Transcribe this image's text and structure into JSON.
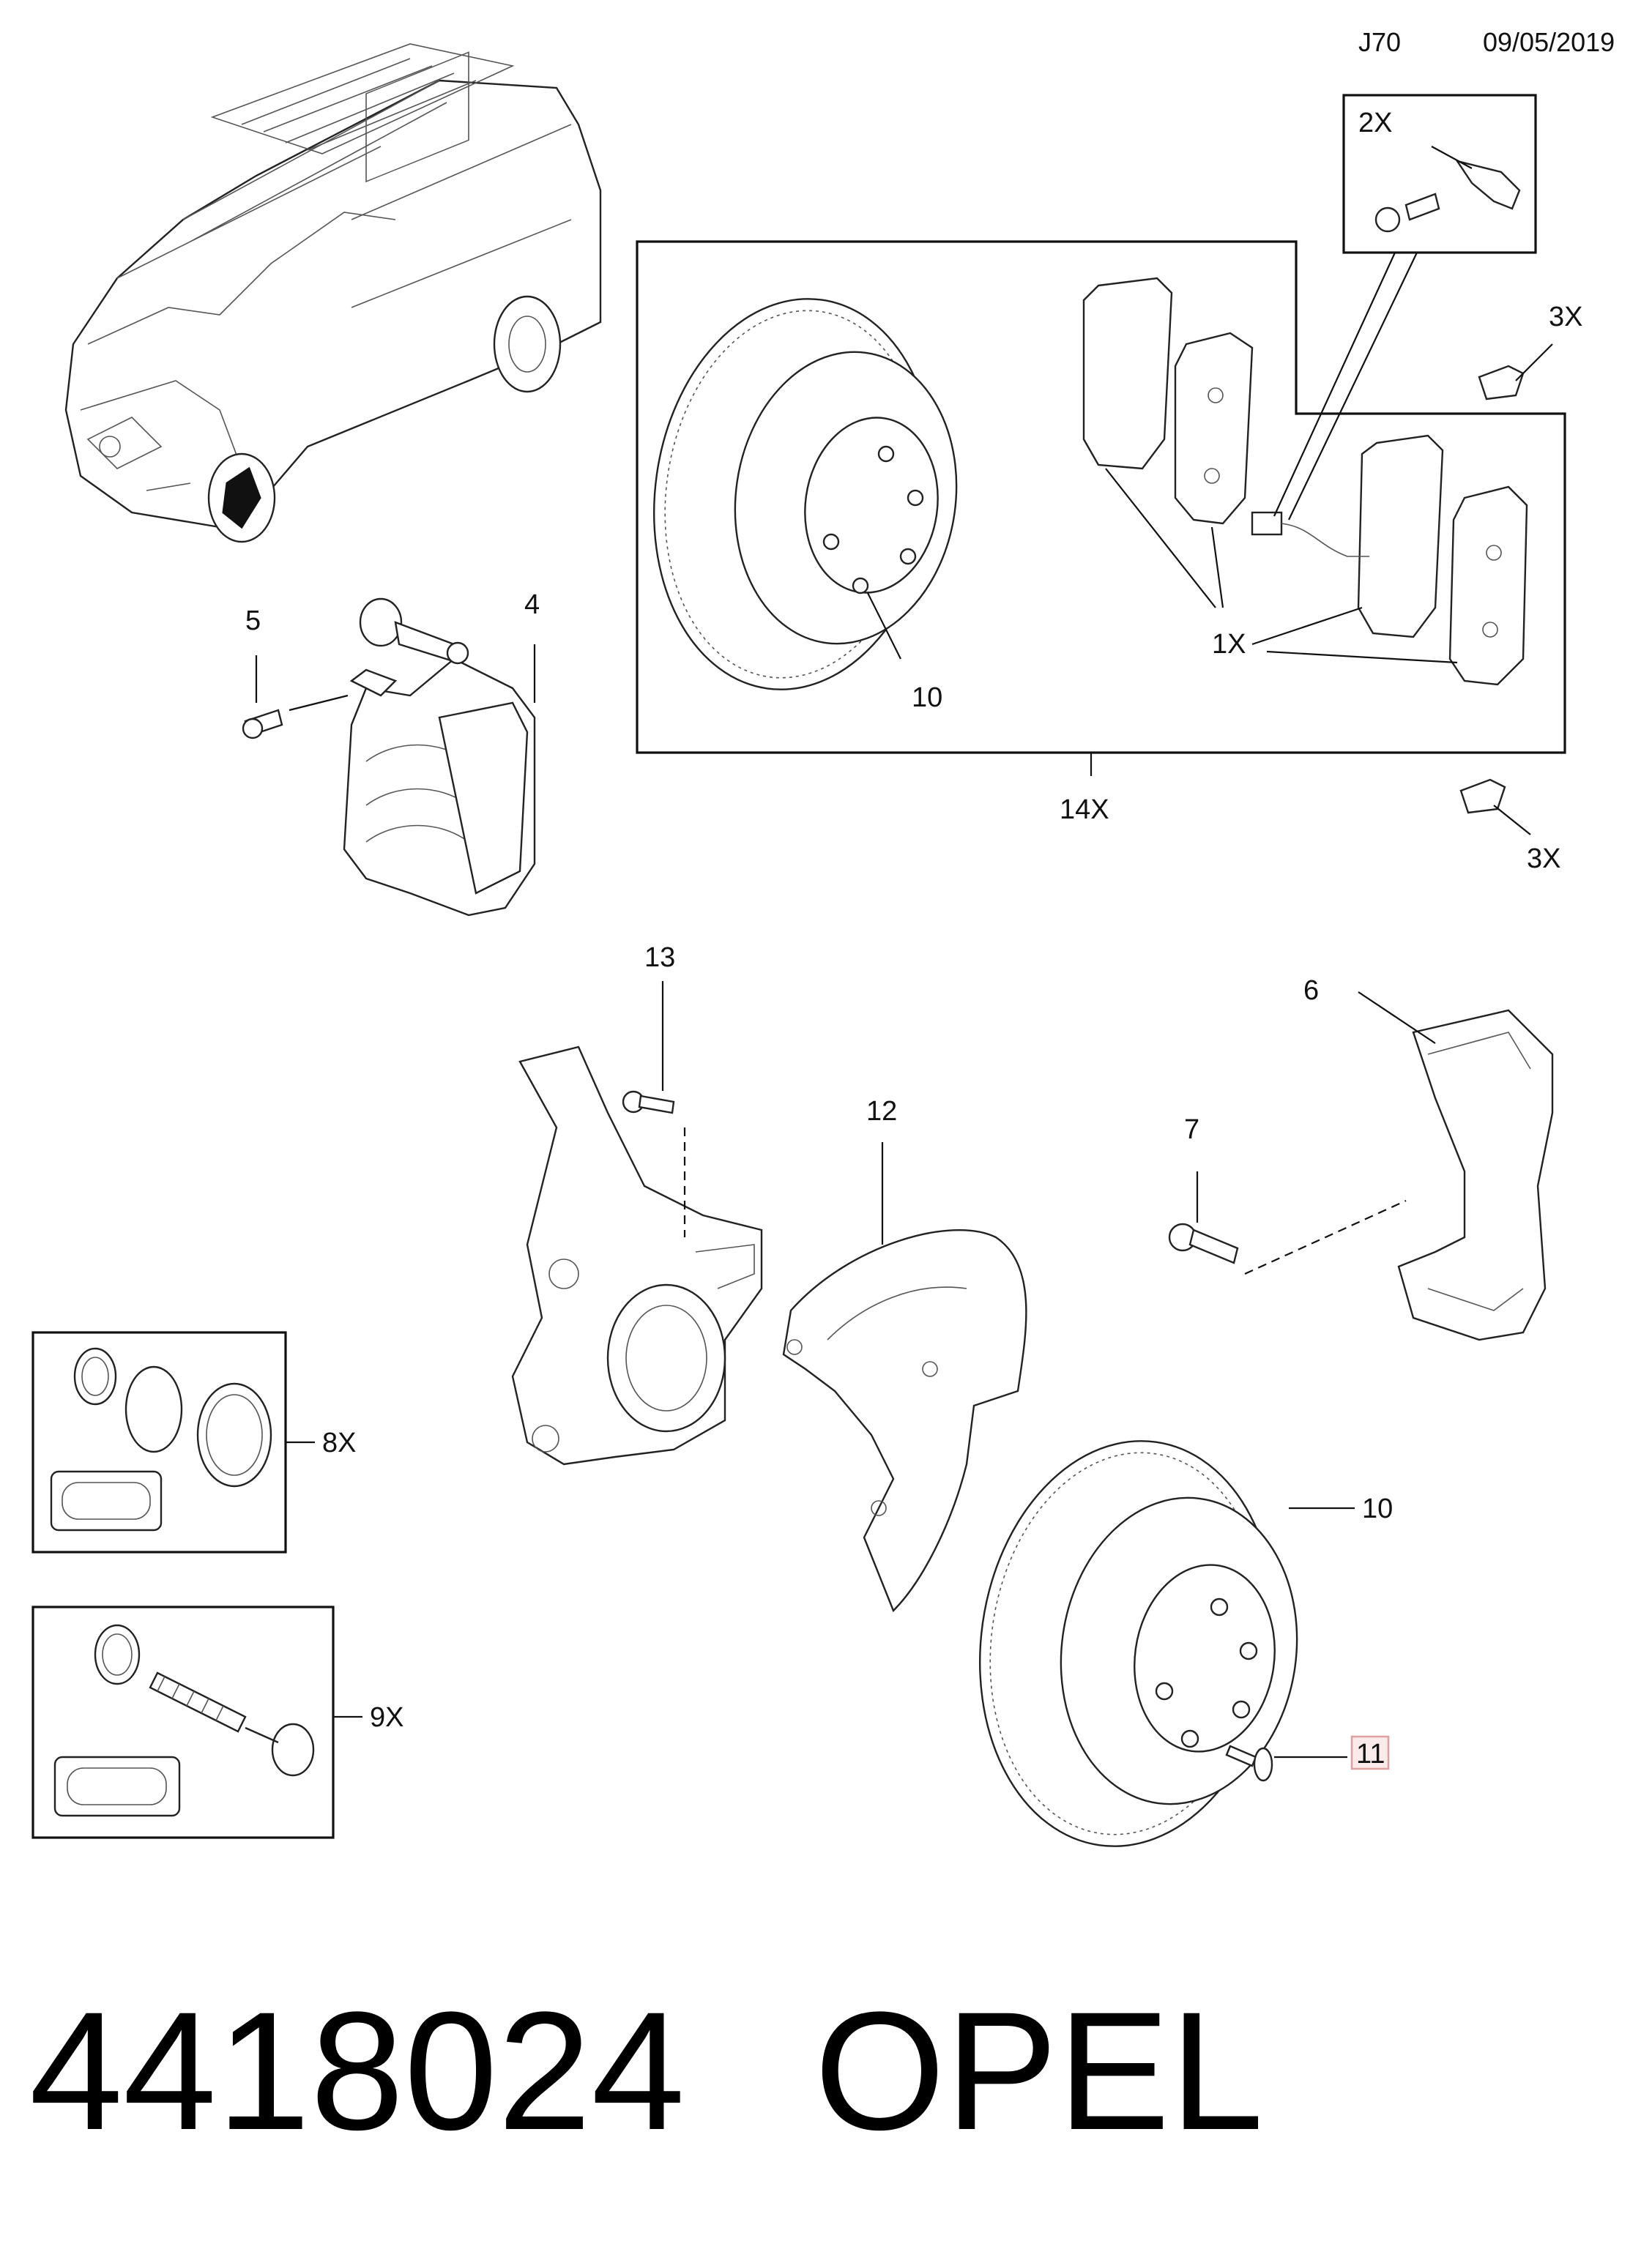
{
  "header": {
    "group_code": "J70",
    "date": "09/05/2019"
  },
  "callouts": {
    "qty_2x": "2X",
    "qty_3x_top": "3X",
    "qty_3x_bottom": "3X",
    "qty_1x": "1X",
    "qty_14x": "14X",
    "qty_8x": "8X",
    "qty_9x": "9X",
    "ref_4": "4",
    "ref_5": "5",
    "ref_6": "6",
    "ref_7": "7",
    "ref_10_kit": "10",
    "ref_10": "10",
    "ref_11": "11",
    "ref_12": "12",
    "ref_13": "13"
  },
  "highlighted_ref": "11",
  "highlight_color": "#e0a0a0",
  "footer": {
    "part_number": "4418024",
    "brand": "OPEL"
  }
}
